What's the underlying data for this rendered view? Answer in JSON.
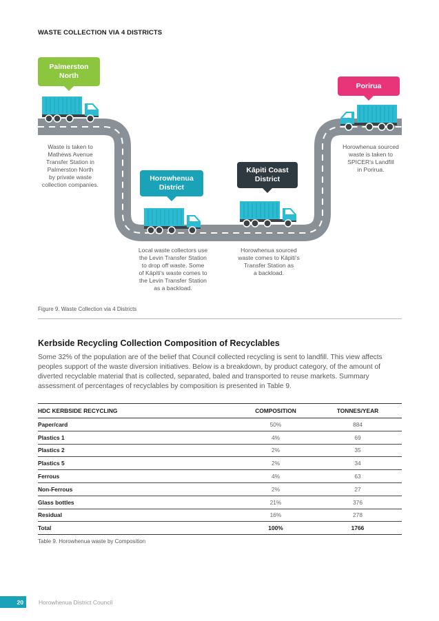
{
  "page_heading": "WASTE COLLECTION VIA 4 DISTRICTS",
  "figure": {
    "callouts": {
      "palmerston": {
        "label": "Palmerston\nNorth",
        "color": "#8cc63f"
      },
      "horowhenua": {
        "label": "Horowhenua\nDistrict",
        "color": "#1aa3b8"
      },
      "kapiti": {
        "label": "Kāpiti Coast\nDistrict",
        "color": "#2f3a40"
      },
      "porirua": {
        "label": "Porirua",
        "color": "#e8357a"
      }
    },
    "notes": {
      "palmerston": "Waste is taken to\nMathews Avenue\nTransfer Station in\nPalmerston North\nby private waste\ncollection companies.",
      "horowhenua": "Local waste collectors use\nthe Levin Transfer Station\nto drop off waste. Some\nof Kāpiti's waste comes to\nthe Levin Transfer Station\nas a backload.",
      "kapiti": "Horowhenua sourced\nwaste comes to Kāpiti's\nTransfer Station as\na backload.",
      "porirua": "Horowhenua sourced\nwaste is taken to\nSPICER's Landfill\nin Porirua."
    },
    "truck_color": "#2bbcd4",
    "road_color": "#8a9196",
    "caption": "Figure 9. Waste Collection via 4 Districts"
  },
  "section": {
    "title": "Kerbside Recycling Collection Composition of Recyclables",
    "paragraph": "Some 32% of the population are of the belief that Council collected recycling is sent to landfill. This view affects peoples support of the waste diversion initiatives. Below is a breakdown, by product category, of the amount of diverted recyclable material that is collected, separated, baled and transported to reuse markets. Summary assessment of percentages of recyclables by composition is presented in Table 9."
  },
  "table": {
    "headers": [
      "HDC KERBSIDE RECYCLING",
      "COMPOSITION",
      "TONNES/YEAR"
    ],
    "rows": [
      [
        "Paper/card",
        "50%",
        "884"
      ],
      [
        "Plastics 1",
        "4%",
        "69"
      ],
      [
        "Plastics 2",
        "2%",
        "35"
      ],
      [
        "Plastics 5",
        "2%",
        "34"
      ],
      [
        "Ferrous",
        "4%",
        "63"
      ],
      [
        "Non-Ferrous",
        "2%",
        "27"
      ],
      [
        "Glass bottles",
        "21%",
        "376"
      ],
      [
        "Residual",
        "16%",
        "278"
      ]
    ],
    "total": [
      "Total",
      "100%",
      "1766"
    ],
    "caption": "Table 9. Horowhenua waste by Composition"
  },
  "footer": {
    "page_number": "20",
    "org": "Horowhenua District Council"
  }
}
